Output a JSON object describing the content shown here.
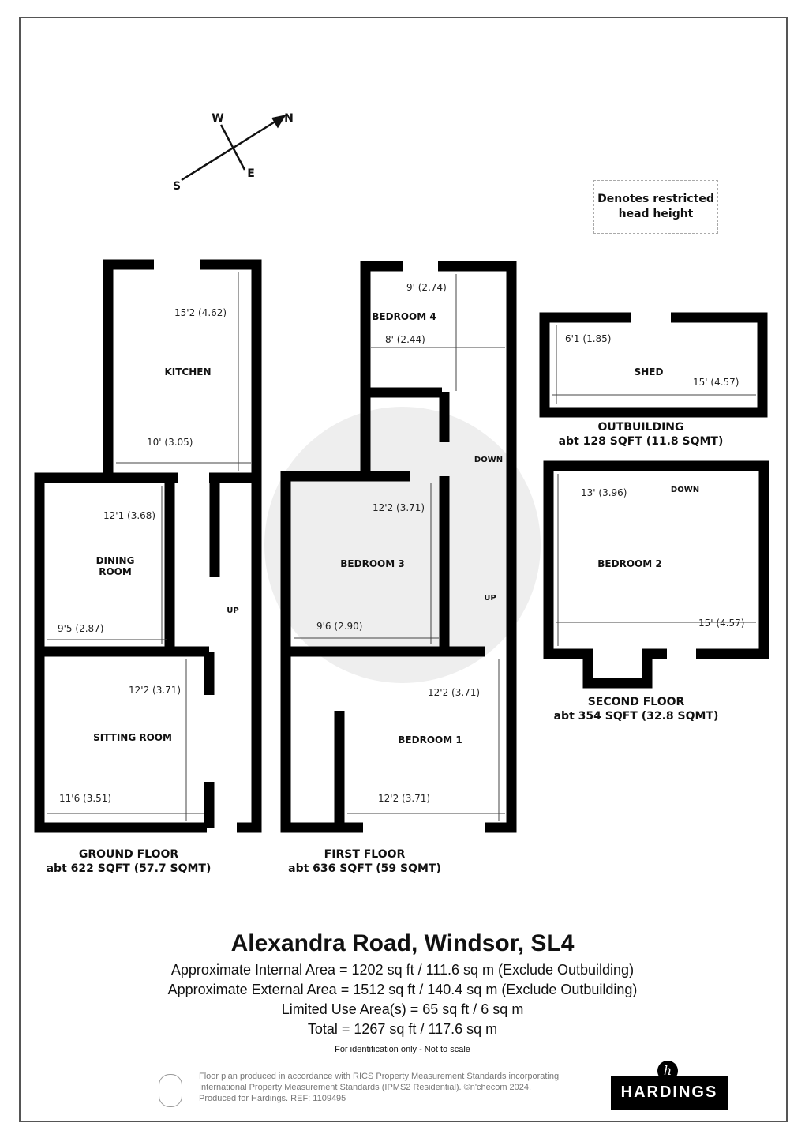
{
  "compass": {
    "n": "N",
    "s": "S",
    "e": "E",
    "w": "W"
  },
  "legend": {
    "line1": "Denotes restricted",
    "line2": "head height"
  },
  "ground_floor": {
    "title": "GROUND FLOOR",
    "area": "abt 622 SQFT (57.7 SQMT)",
    "rooms": {
      "kitchen": "KITCHEN",
      "dining_1": "DINING",
      "dining_2": "ROOM",
      "sitting": "SITTING ROOM",
      "up": "UP"
    },
    "dims": {
      "kitchen_len": "15'2 (4.62)",
      "kitchen_wid": "10' (3.05)",
      "dining_len": "12'1 (3.68)",
      "dining_wid": "9'5 (2.87)",
      "sitting_len": "12'2 (3.71)",
      "sitting_wid": "11'6 (3.51)"
    }
  },
  "first_floor": {
    "title": "FIRST FLOOR",
    "area": "abt 636 SQFT (59 SQMT)",
    "rooms": {
      "bedroom4": "BEDROOM 4",
      "bedroom3": "BEDROOM 3",
      "bedroom1": "BEDROOM 1",
      "down": "DOWN",
      "up": "UP"
    },
    "dims": {
      "b4_len": "9' (2.74)",
      "b4_wid": "8' (2.44)",
      "b3_len": "12'2 (3.71)",
      "b3_wid": "9'6 (2.90)",
      "b1_len": "12'2 (3.71)",
      "b1_wid": "12'2 (3.71)"
    }
  },
  "outbuilding": {
    "title": "OUTBUILDING",
    "area": "abt 128 SQFT (11.8 SQMT)",
    "rooms": {
      "shed": "SHED"
    },
    "dims": {
      "shed_len": "6'1 (1.85)",
      "shed_wid": "15' (4.57)"
    }
  },
  "second_floor": {
    "title": "SECOND FLOOR",
    "area": "abt 354 SQFT (32.8 SQMT)",
    "rooms": {
      "bedroom2": "BEDROOM 2",
      "down": "DOWN"
    },
    "dims": {
      "b2_len": "13' (3.96)",
      "b2_wid": "15' (4.57)"
    }
  },
  "summary": {
    "title": "Alexandra Road, Windsor, SL4",
    "internal": "Approximate Internal Area = 1202 sq ft / 111.6 sq m (Exclude Outbuilding)",
    "external": "Approximate External Area = 1512 sq ft / 140.4 sq m (Exclude Outbuilding)",
    "limited": "Limited Use Area(s) = 65 sq ft / 6 sq m",
    "total": "Total = 1267 sq ft / 117.6 sq m",
    "note": "For identification only - Not to scale"
  },
  "footer": {
    "line1": "Floor plan produced in accordance with RICS Property Measurement Standards incorporating",
    "line2": "International Property Measurement Standards (IPMS2 Residential).   ©n'checom 2024.",
    "line3": "Produced for Hardings.   REF:  1109495",
    "brand": "HARDINGS",
    "brand_mark": "h"
  }
}
